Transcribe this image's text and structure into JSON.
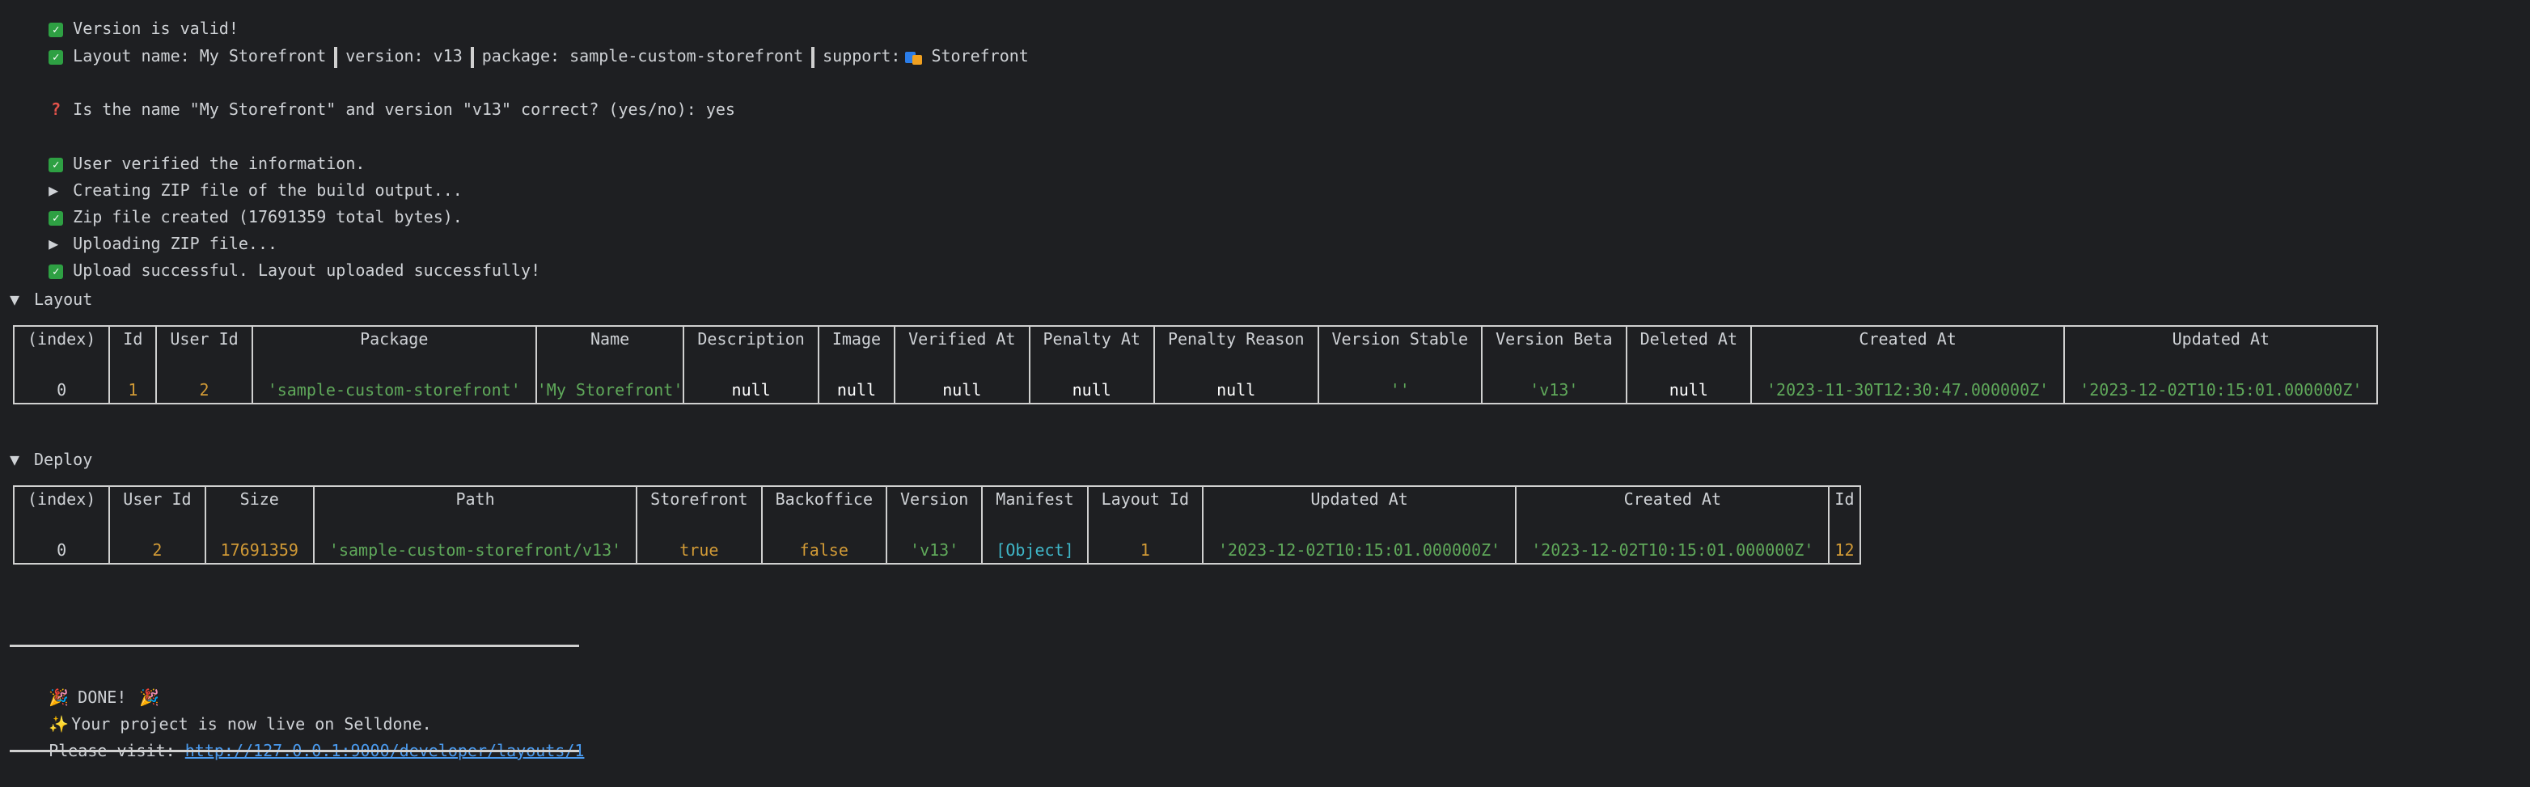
{
  "lines": {
    "valid": "Version is valid!",
    "layout_info": {
      "name": "Layout name: My Storefront",
      "version": "version: v13",
      "package": "package: sample-custom-storefront",
      "support_label": "support:",
      "support_value": "Storefront"
    },
    "question": "Is the name \"My Storefront\" and version \"v13\" correct? (yes/no): yes",
    "verified": "User verified the information.",
    "creating_zip": "Creating ZIP file of the build output...",
    "zip_created": "Zip file created (17691359 total bytes).",
    "uploading": "Uploading ZIP file...",
    "upload_ok": "Upload successful. Layout uploaded successfully!"
  },
  "layout_section": {
    "title": "Layout",
    "headers": [
      "(index)",
      "Id",
      "User Id",
      "Package",
      "Name",
      "Description",
      "Image",
      "Verified At",
      "Penalty At",
      "Penalty Reason",
      "Version Stable",
      "Version Beta",
      "Deleted At",
      "Created At",
      "Updated At"
    ],
    "row": [
      "0",
      "1",
      "2",
      "'sample-custom-storefront'",
      "'My Storefront'",
      "null",
      "null",
      "null",
      "null",
      "null",
      "''",
      "'v13'",
      "null",
      "'2023-11-30T12:30:47.000000Z'",
      "'2023-12-02T10:15:01.000000Z'"
    ]
  },
  "deploy_section": {
    "title": "Deploy",
    "headers": [
      "(index)",
      "User Id",
      "Size",
      "Path",
      "Storefront",
      "Backoffice",
      "Version",
      "Manifest",
      "Layout Id",
      "Updated At",
      "Created At",
      "Id"
    ],
    "row": [
      "0",
      "2",
      "17691359",
      "'sample-custom-storefront/v13'",
      "true",
      "false",
      "'v13'",
      "[Object]",
      "1",
      "'2023-12-02T10:15:01.000000Z'",
      "'2023-12-02T10:15:01.000000Z'",
      "12"
    ]
  },
  "footer": {
    "done": "DONE!",
    "live": "Your project is now live on Selldone.",
    "visit_label": "Please visit:",
    "visit_url": "http://127.0.0.1:9000/developer/layouts/1"
  },
  "colors": {
    "background": "#1e1f22",
    "text": "#cfd2d6",
    "string": "#5fa85a",
    "number": "#d19a36",
    "object": "#3fb7c9",
    "success": "#2ea043",
    "link": "#4a9bf0"
  },
  "icons": {
    "success": "check-box-icon",
    "step": "triangle-right-icon",
    "question": "question-mark-icon",
    "expanded": "triangle-down-icon",
    "party": "party-popper-icon",
    "sparkles": "sparkles-icon",
    "storefront": "storefront-icon"
  }
}
